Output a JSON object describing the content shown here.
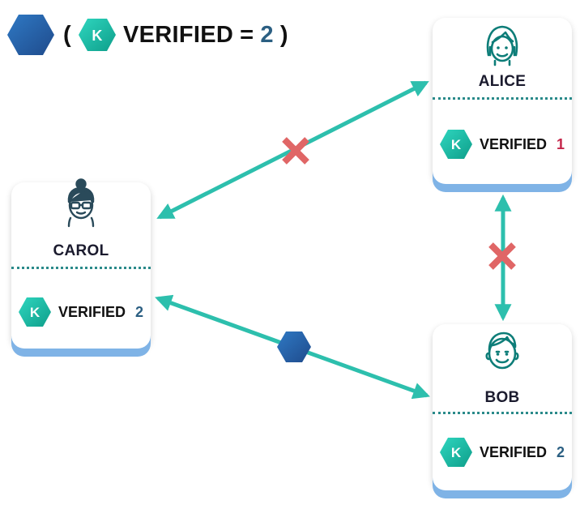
{
  "legend": {
    "open_paren": "(",
    "verified_label": "VERIFIED",
    "equals": "=",
    "value": "2",
    "close_paren": ")",
    "key_letter": "K"
  },
  "nodes": {
    "alice": {
      "name": "ALICE",
      "verified_label": "VERIFIED",
      "verified_value": "1",
      "key_letter": "K",
      "value_color": "#c4264a"
    },
    "carol": {
      "name": "CAROL",
      "verified_label": "VERIFIED",
      "verified_value": "2",
      "key_letter": "K",
      "value_color": "#2b5f82"
    },
    "bob": {
      "name": "BOB",
      "verified_label": "VERIFIED",
      "verified_value": "2",
      "key_letter": "K",
      "value_color": "#2b5f82"
    }
  },
  "edges": [
    {
      "from": "carol",
      "to": "alice",
      "marker": "x-mark"
    },
    {
      "from": "alice",
      "to": "bob",
      "marker": "x-mark"
    },
    {
      "from": "carol",
      "to": "bob",
      "marker": "verified-hexagon"
    }
  ],
  "colors": {
    "edge": "#2dbfad",
    "x_mark": "#e06666",
    "hexagon_dark": "#1f4b8c",
    "hexagon_light": "#2f79c4",
    "key_teal": "#14b8a0",
    "card_shadow": "#7fb3e6"
  }
}
